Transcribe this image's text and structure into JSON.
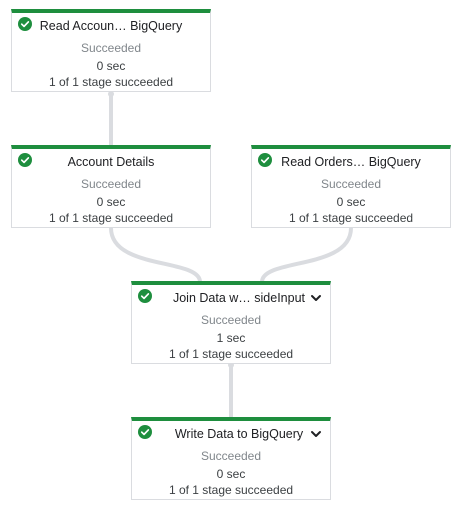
{
  "colors": {
    "success": "#1e8e3e",
    "edge": "#dadce0",
    "border": "#dadce0"
  },
  "nodes": [
    {
      "id": "read-accounts",
      "title": "Read Accoun… BigQuery",
      "status": "Succeeded",
      "duration": "0 sec",
      "stages": "1 of 1 stage succeeded",
      "icon": "check-circle-icon",
      "expandable": false
    },
    {
      "id": "account-details",
      "title": "Account Details",
      "status": "Succeeded",
      "duration": "0 sec",
      "stages": "1 of 1 stage succeeded",
      "icon": "check-circle-icon",
      "expandable": false
    },
    {
      "id": "read-orders",
      "title": "Read Orders… BigQuery",
      "status": "Succeeded",
      "duration": "0 sec",
      "stages": "1 of 1 stage succeeded",
      "icon": "check-circle-icon",
      "expandable": false
    },
    {
      "id": "join-data",
      "title": "Join Data w… sideInput",
      "status": "Succeeded",
      "duration": "1 sec",
      "stages": "1 of 1 stage succeeded",
      "icon": "check-circle-icon",
      "expandable": true
    },
    {
      "id": "write-data",
      "title": "Write Data to BigQuery",
      "status": "Succeeded",
      "duration": "0 sec",
      "stages": "1 of 1 stage succeeded",
      "icon": "check-circle-icon",
      "expandable": true
    }
  ],
  "edges": [
    {
      "from": "read-accounts",
      "to": "account-details"
    },
    {
      "from": "account-details",
      "to": "join-data"
    },
    {
      "from": "read-orders",
      "to": "join-data"
    },
    {
      "from": "join-data",
      "to": "write-data"
    }
  ]
}
